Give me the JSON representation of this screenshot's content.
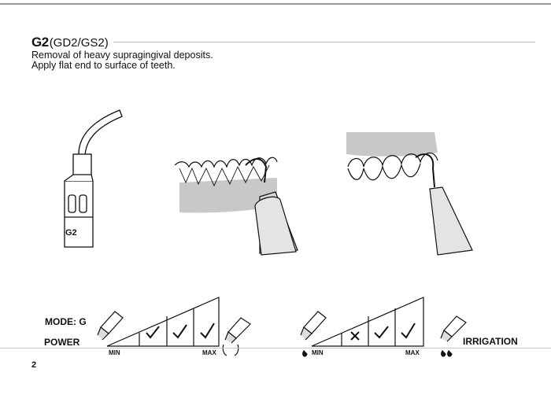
{
  "header": {
    "code": "G2",
    "variants": "(GD2/GS2)",
    "description_line1": "Removal of heavy supragingival deposits.",
    "description_line2": "Apply flat end to surface of teeth."
  },
  "tip": {
    "label": "G2"
  },
  "settings": {
    "mode_label": "MODE: G",
    "power_label": "POWER",
    "irrigation_label": "IRRIGATION",
    "min_label": "MIN",
    "max_label": "MAX",
    "power_marks": [
      "",
      "check",
      "check",
      "check"
    ],
    "irrigation_marks": [
      "",
      "cross",
      "check",
      "check"
    ]
  },
  "page": {
    "number": "2"
  }
}
